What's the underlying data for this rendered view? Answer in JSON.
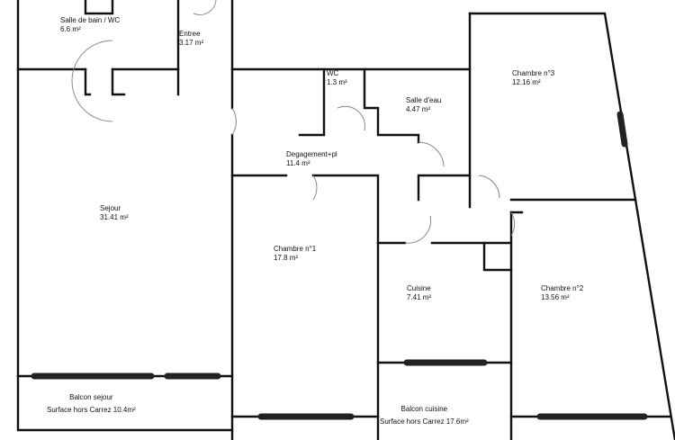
{
  "plan": {
    "unit": "m²",
    "rooms": [
      {
        "name": "Salle de bain / WC",
        "area": "6.6  m²"
      },
      {
        "name": "Entree",
        "area": "3.17  m²"
      },
      {
        "name": "WC",
        "area": "1.3  m²"
      },
      {
        "name": "Salle d'eau",
        "area": "4.47  m²"
      },
      {
        "name": "Chambre n°3",
        "area": "12.16  m²"
      },
      {
        "name": "Degagement+pl",
        "area": "11.4  m²"
      },
      {
        "name": "Sejour",
        "area": "31.41  m²"
      },
      {
        "name": "Chambre n°1",
        "area": "17.8  m²"
      },
      {
        "name": "Cuisine",
        "area": "7.41  m²"
      },
      {
        "name": "Chambre n°2",
        "area": "13.56  m²"
      },
      {
        "name": "Balcon sejour",
        "area": "Surface hors Carrez  10.4m²"
      },
      {
        "name": "Balcon cuisine",
        "area": "Surface hors Carrez  17.6m²"
      }
    ]
  }
}
